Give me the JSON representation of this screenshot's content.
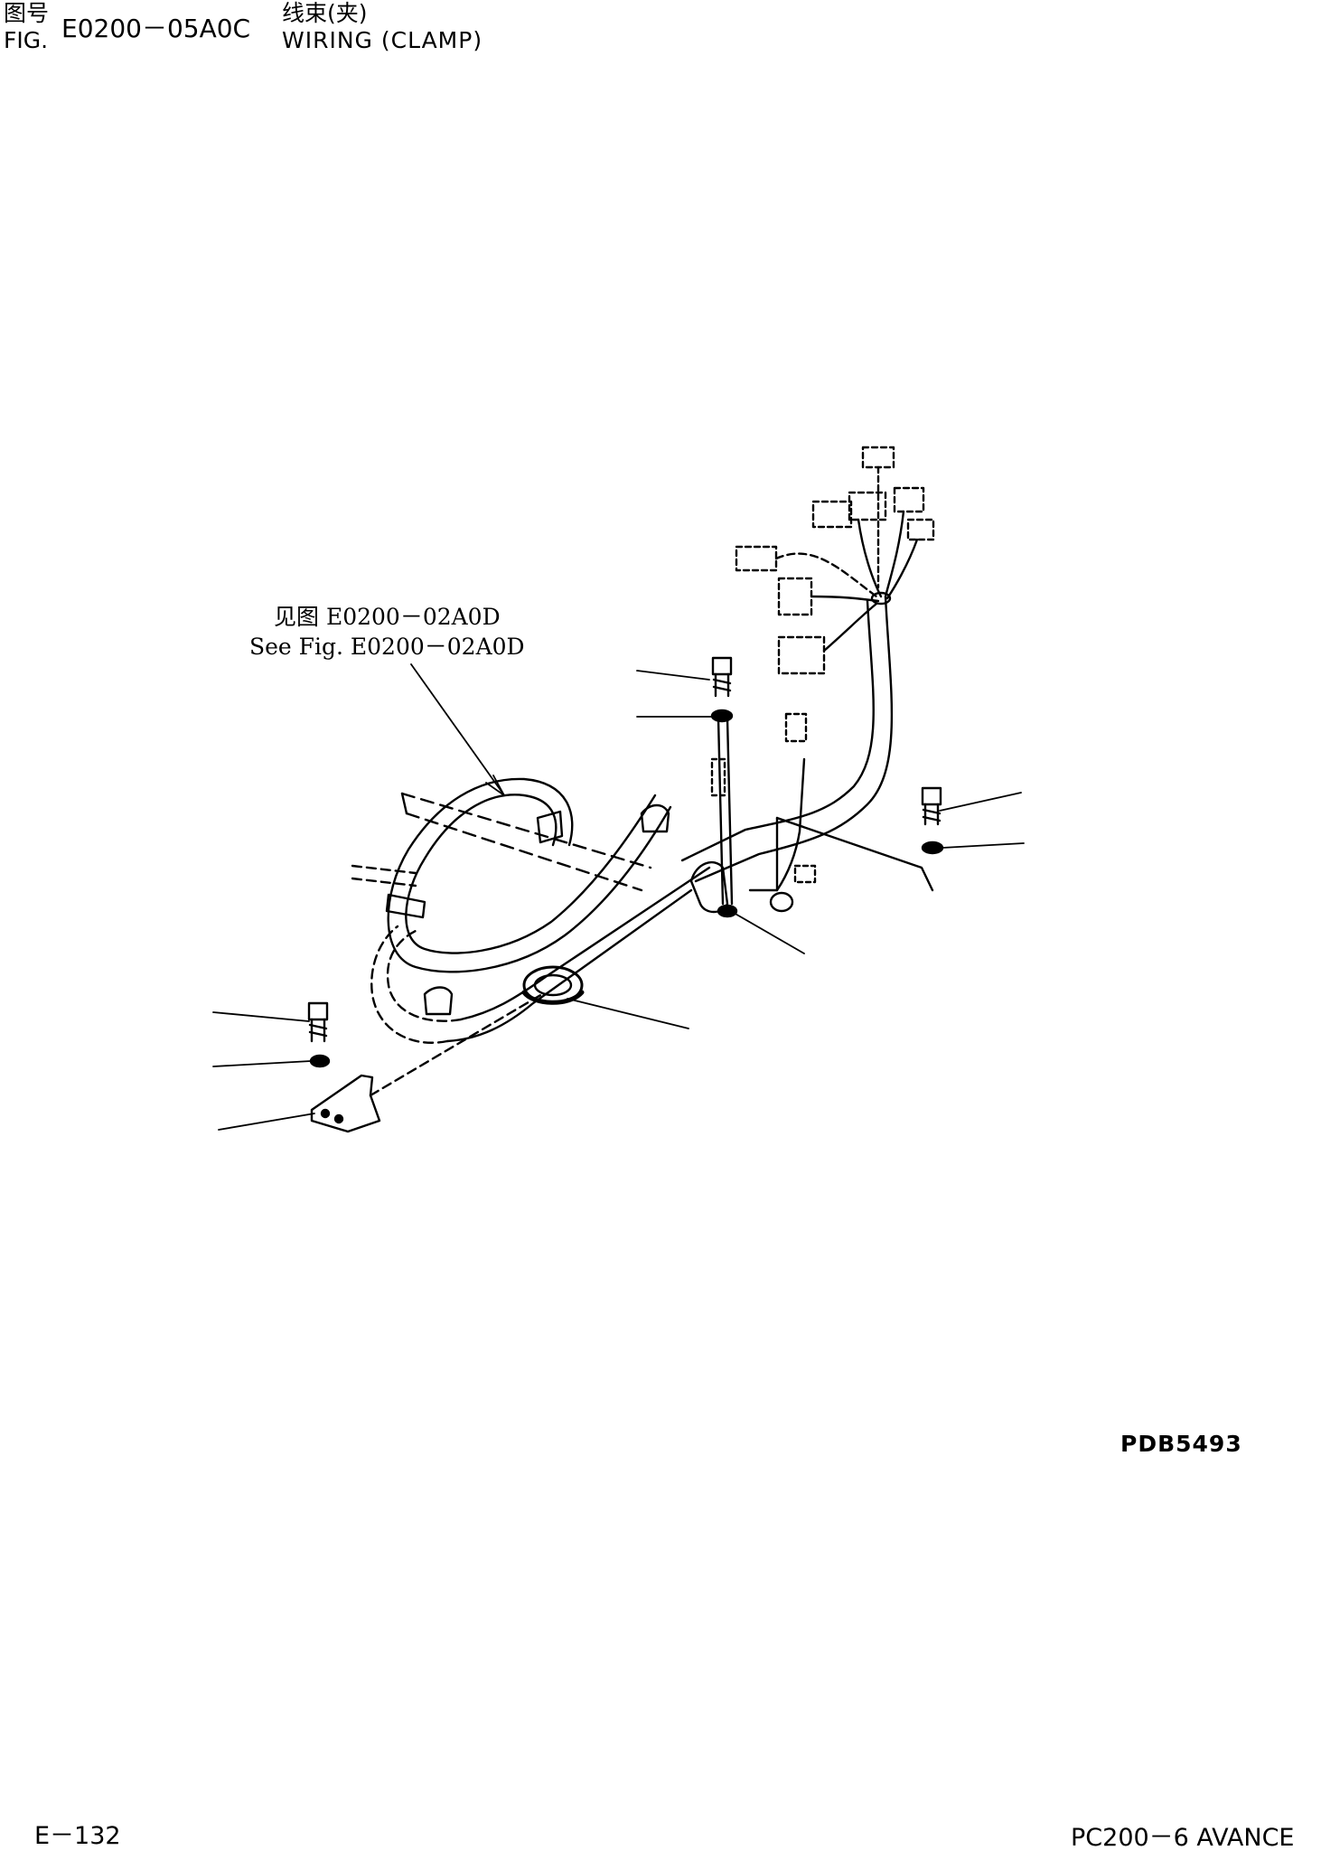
{
  "header": {
    "fig_label_cn": "图号",
    "fig_label_en": "FIG.",
    "figure_number": "E0200－05A0C",
    "title_cn": "线束(夹)",
    "title_en": "WIRING (CLAMP)"
  },
  "callout": {
    "ref_cn": "见图 E0200－02A0D",
    "ref_en": "See Fig. E0200－02A0D"
  },
  "drawing_code": "PDB5493",
  "footer": {
    "page_number": "E－132",
    "model": "PC200－6 AVANCE"
  }
}
